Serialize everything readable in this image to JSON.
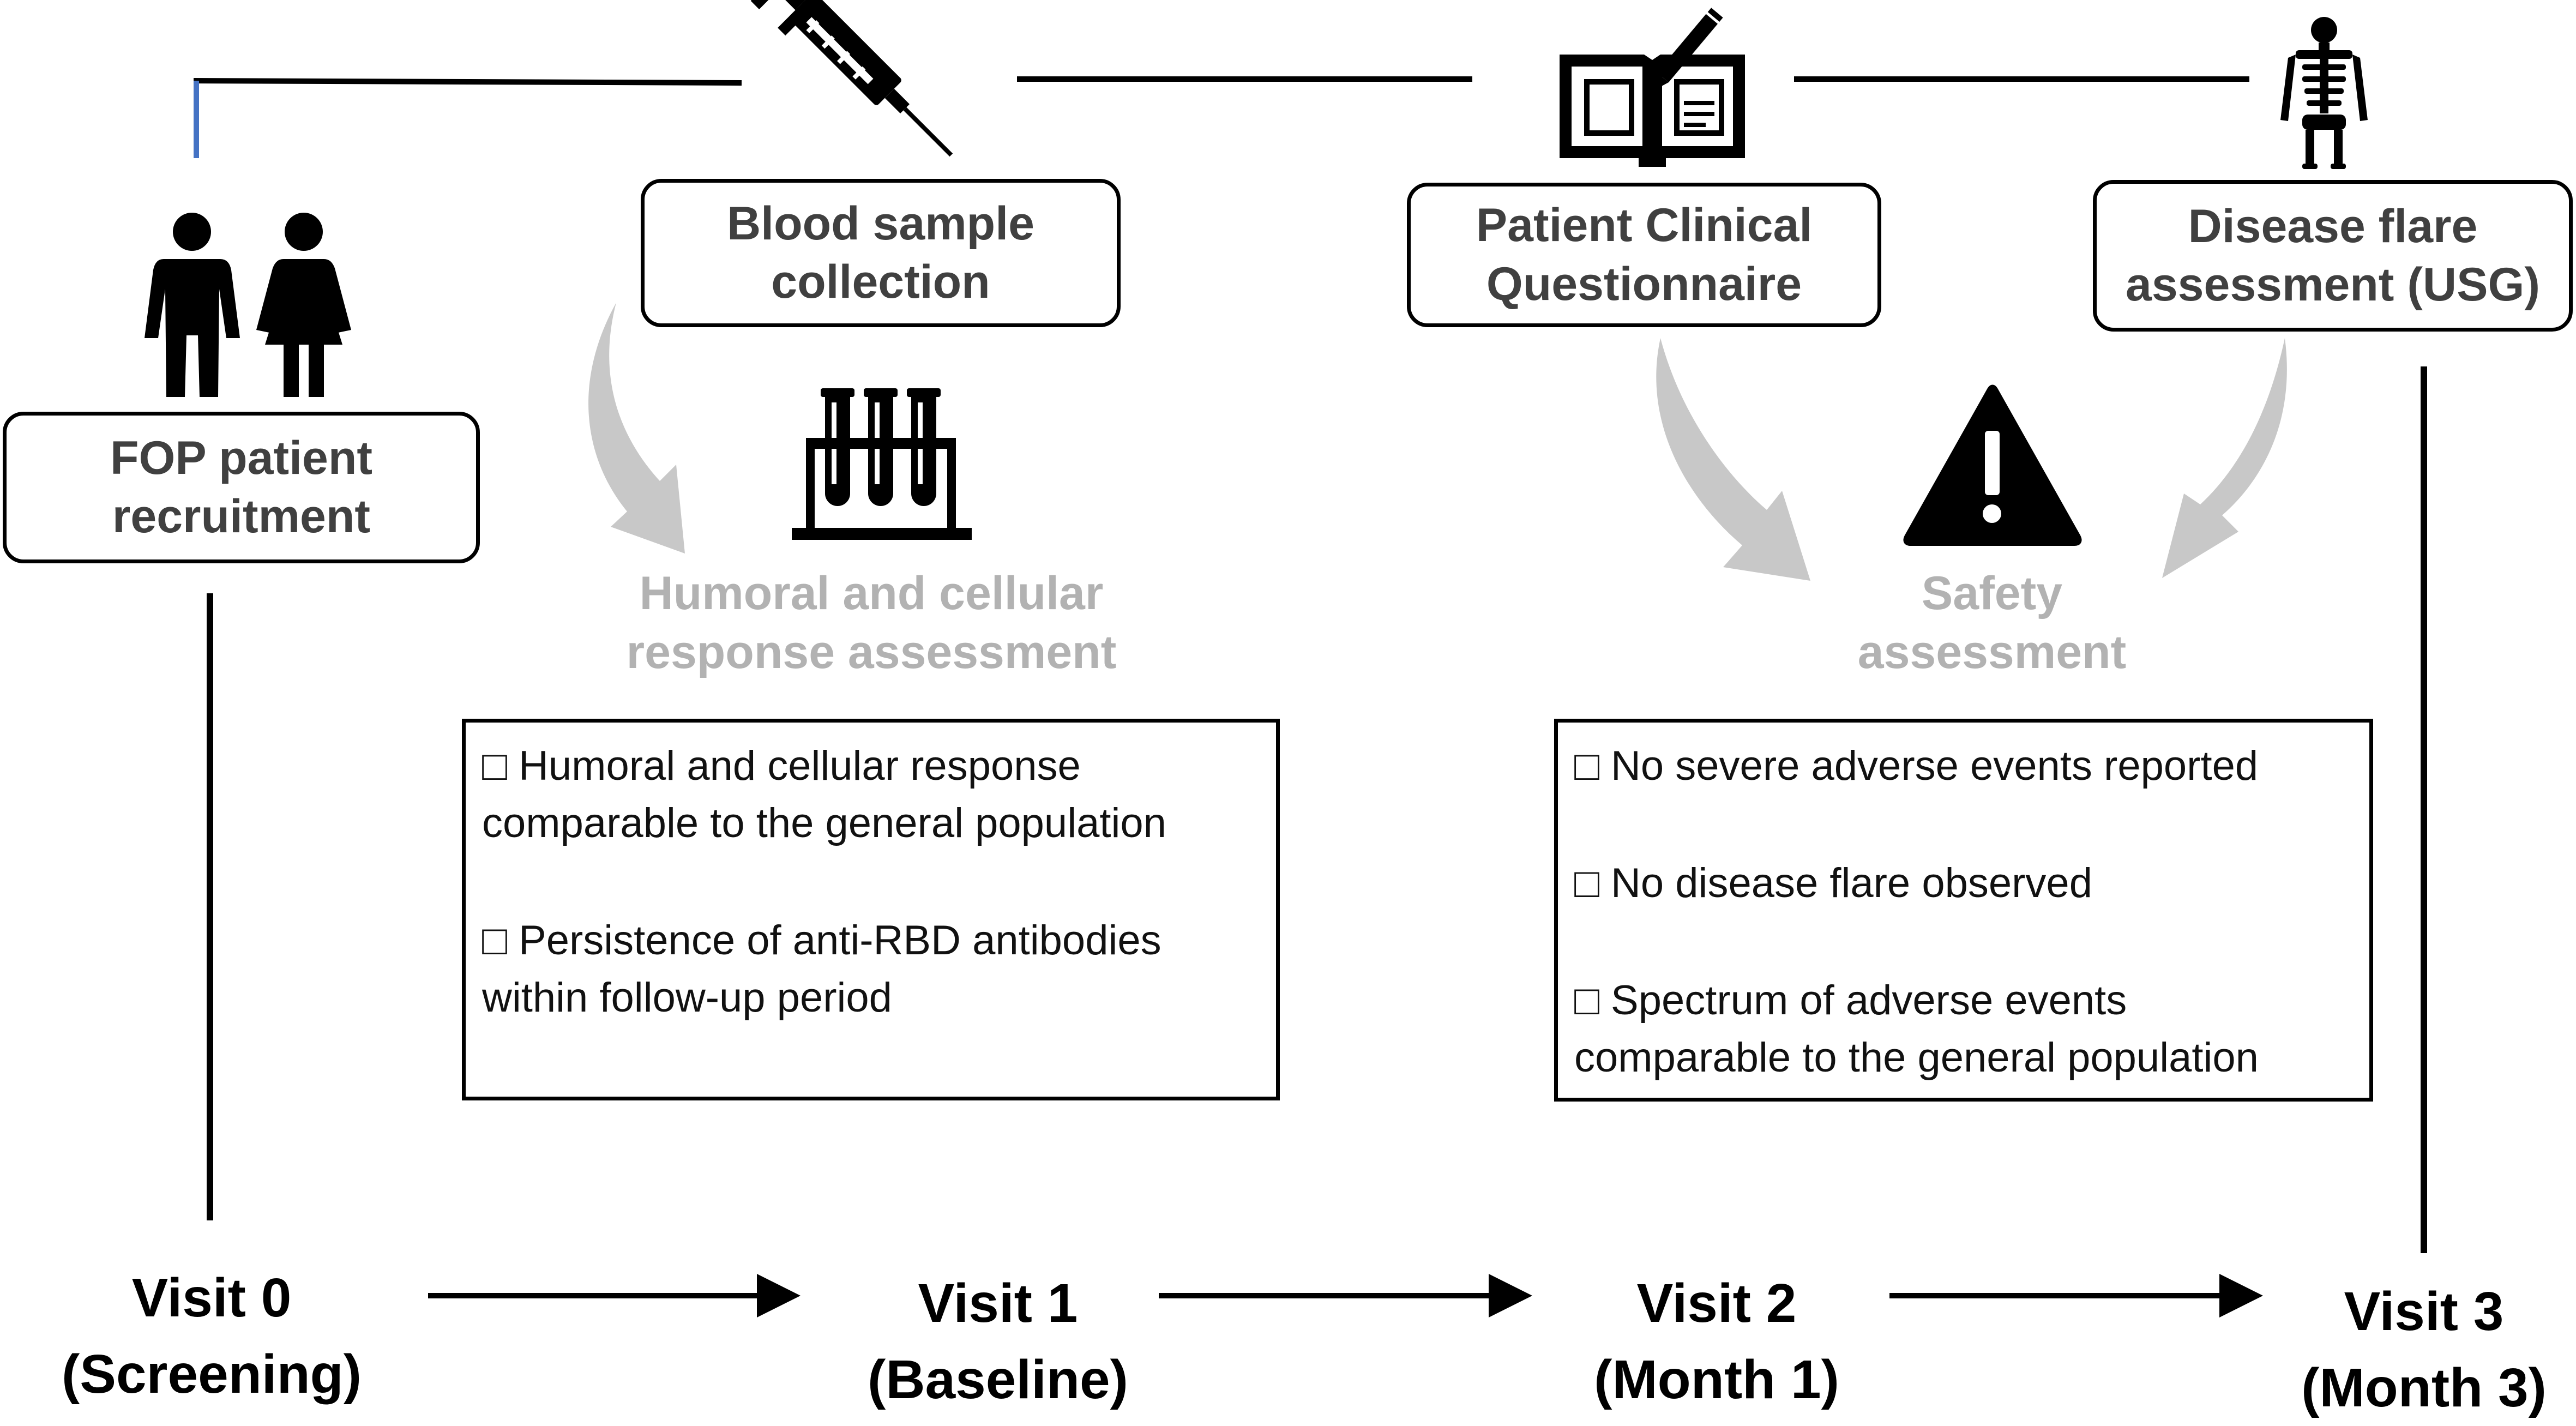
{
  "steps": {
    "recruitment": {
      "line1": "FOP patient",
      "line2": "recruitment"
    },
    "blood": {
      "line1": "Blood sample",
      "line2": "collection"
    },
    "questionnaire": {
      "line1": "Patient Clinical",
      "line2": "Questionnaire"
    },
    "flare": {
      "line1": "Disease flare",
      "line2": "assessment (USG)"
    }
  },
  "assessments": {
    "immune": {
      "line1": "Humoral and cellular",
      "line2": "response assessment"
    },
    "safety": {
      "line1": "Safety",
      "line2": "assessment"
    }
  },
  "results": {
    "immune": {
      "item1": {
        "line1": "□ Humoral and cellular response",
        "line2": "comparable to the general population"
      },
      "item2": {
        "line1": "□ Persistence of anti-RBD antibodies",
        "line2": "within follow-up period"
      }
    },
    "safety": {
      "item1": {
        "line1": "□ No severe adverse events reported"
      },
      "item2": {
        "line1": "□ No disease flare observed"
      },
      "item3": {
        "line1": "□ Spectrum of adverse events",
        "line2": "comparable to the general population"
      }
    }
  },
  "visits": [
    {
      "line1": "Visit 0",
      "line2": "(Screening)"
    },
    {
      "line1": "Visit 1",
      "line2": "(Baseline)"
    },
    {
      "line1": "Visit 2",
      "line2": "(Month 1)"
    },
    {
      "line1": "Visit 3",
      "line2": "(Month 3)"
    }
  ],
  "icons": [
    "people-icon",
    "syringe-icon",
    "book-pen-icon",
    "skeleton-icon",
    "test-tubes-icon",
    "warning-icon"
  ],
  "colors": {
    "line": "#000000",
    "accent_blue": "#4472c4",
    "gray_text": "#b2b2b2",
    "gray_arrow": "#c8c8c8",
    "box_text": "#404040"
  }
}
